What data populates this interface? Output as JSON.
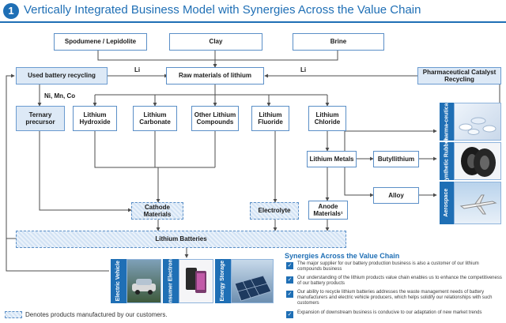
{
  "header": {
    "number": "1",
    "title": "Vertically Integrated Business Model with Synergies Across the Value Chain"
  },
  "sources": {
    "spodumene": "Spodumene / Lepidolite",
    "clay": "Clay",
    "brine": "Brine"
  },
  "recycling": {
    "used_battery": "Used battery recycling",
    "pharma_catalyst": "Pharmaceutical Catalyst Recycling"
  },
  "flow_labels": {
    "li_left": "Li",
    "li_right": "Li",
    "ni_mn_co": "Ni, Mn, Co"
  },
  "raw_materials": "Raw materials of lithium",
  "products": {
    "ternary": "Ternary precursor",
    "hydroxide": "Lithium Hydroxide",
    "carbonate": "Lithium Carbonate",
    "other": "Other Lithium Compounds",
    "fluoride": "Lithium Fluoride",
    "chloride": "Lithium Chloride"
  },
  "downstream": {
    "lithium_metals": "Lithium Metals",
    "butyllithium": "Butyllithium",
    "alloy": "Alloy",
    "cathode": "Cathode Materials",
    "electrolyte": "Electrolyte",
    "anode": "Anode Materials¹",
    "lithium_batteries": "Lithium Batteries"
  },
  "end_markets": {
    "pharmaceuticals": "Pharma-ceuticals",
    "synthetic_rubber": "Synthetic Rubber",
    "aerospace": "Aerospace",
    "electric_vehicle": "Electric Vehicle",
    "consumer_electronics": "Consumer Electronics",
    "energy_storage": "Energy Storage"
  },
  "synergies": {
    "title": "Synergies Across the Value Chain",
    "items": [
      "The major supplier for our battery production business is also a customer of our lithium compounds business",
      "Our understanding of the lithium products value chain enables us to enhance the competitiveness of our battery products",
      "Our ability to recycle lithium batteries addresses the waste management needs of battery manufacturers and electric vehicle producers, which helps solidify our relationships with such customers",
      "Expansion of downstream business is conducive to our adaptation of new market trends"
    ]
  },
  "legend": "Denotes products manufactured by our customers.",
  "colors": {
    "accent": "#1f6fb5",
    "box_fill": "#dde9f6",
    "box_border": "#5b8fc7",
    "line": "#4d4d4d"
  }
}
